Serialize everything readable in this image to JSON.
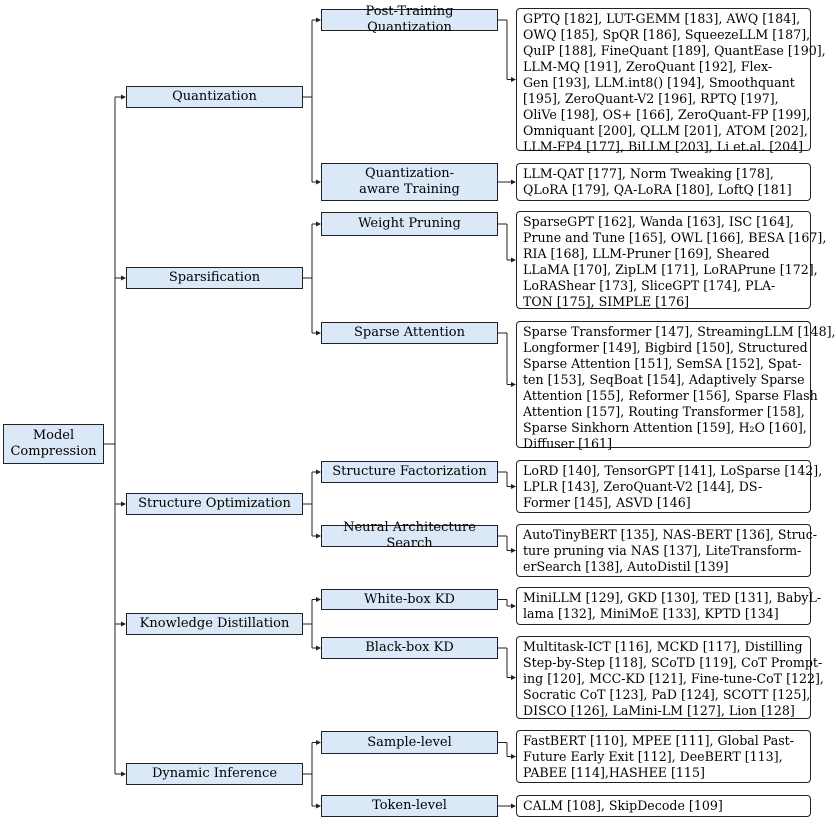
{
  "root": {
    "label": [
      "Model",
      "Compression"
    ]
  },
  "categories": [
    {
      "label": "Quantization",
      "subs": [
        {
          "label": [
            "Post-Training Quantization"
          ],
          "refs": [
            "GPTQ [182], LUT-GEMM [183], AWQ [184],",
            "OWQ [185], SpQR [186], SqueezeLLM [187],",
            "QuIP [188], FineQuant [189], QuantEase [190],",
            "LLM-MQ [191], ZeroQuant [192], Flex-",
            "Gen [193], LLM.int8() [194], Smoothquant",
            "[195], ZeroQuant-V2 [196], RPTQ [197],",
            "OliVe [198], OS+ [166], ZeroQuant-FP [199],",
            "Omniquant [200], QLLM [201], ATOM [202],",
            "LLM-FP4 [177], BiLLM [203], Li et.al. [204]"
          ]
        },
        {
          "label": [
            "Quantization-",
            "aware Training"
          ],
          "refs": [
            "LLM-QAT [177], Norm Tweaking [178],",
            "QLoRA [179], QA-LoRA [180], LoftQ [181]"
          ]
        }
      ]
    },
    {
      "label": "Sparsification",
      "subs": [
        {
          "label": [
            "Weight Pruning"
          ],
          "refs": [
            "SparseGPT [162], Wanda [163], ISC [164],",
            "Prune and Tune [165], OWL [166], BESA [167],",
            "RIA [168], LLM-Pruner [169], Sheared",
            "LLaMA [170], ZipLM [171], LoRAPrune [172],",
            "LoRAShear [173], SliceGPT [174], PLA-",
            "TON [175], SIMPLE [176]"
          ]
        },
        {
          "label": [
            "Sparse Attention"
          ],
          "refs": [
            "Sparse Transformer [147], StreamingLLM [148],",
            "Longformer [149], Bigbird [150], Structured",
            "Sparse Attention [151], SemSA [152], Spat-",
            "ten [153], SeqBoat [154], Adaptively Sparse",
            "Attention [155], Reformer [156], Sparse Flash",
            "Attention [157], Routing Transformer [158],",
            "Sparse Sinkhorn Attention [159], H₂O [160],",
            "Diffuser [161]"
          ]
        }
      ]
    },
    {
      "label": "Structure Optimization",
      "subs": [
        {
          "label": [
            "Structure Factorization"
          ],
          "refs": [
            "LoRD [140], TensorGPT [141], LoSparse [142],",
            "LPLR [143], ZeroQuant-V2 [144], DS-",
            "Former [145], ASVD [146]"
          ]
        },
        {
          "label": [
            "Neural Architecture Search"
          ],
          "refs": [
            "AutoTinyBERT [135], NAS-BERT [136], Struc-",
            "ture pruning via NAS [137], LiteTransform-",
            "erSearch [138], AutoDistil [139]"
          ]
        }
      ]
    },
    {
      "label": "Knowledge Distillation",
      "subs": [
        {
          "label": [
            "White-box KD"
          ],
          "refs": [
            "MiniLLM [129], GKD [130], TED [131], BabyL-",
            "lama [132], MiniMoE [133], KPTD [134]"
          ]
        },
        {
          "label": [
            "Black-box KD"
          ],
          "refs": [
            "Multitask-ICT [116], MCKD [117], Distilling",
            "Step-by-Step [118], SCoTD [119], CoT Prompt-",
            "ing [120], MCC-KD [121], Fine-tune-CoT [122],",
            "Socratic CoT [123], PaD [124], SCOTT [125],",
            "DISCO [126], LaMini-LM [127], Lion [128]"
          ]
        }
      ]
    },
    {
      "label": "Dynamic Inference",
      "subs": [
        {
          "label": [
            "Sample-level"
          ],
          "refs": [
            "FastBERT [110], MPEE [111], Global Past-",
            "Future Early Exit [112], DeeBERT [113],",
            "PABEE [114],HASHEE [115]"
          ]
        },
        {
          "label": [
            "Token-level"
          ],
          "refs": [
            "CALM [108], SkipDecode [109]"
          ]
        }
      ]
    }
  ]
}
